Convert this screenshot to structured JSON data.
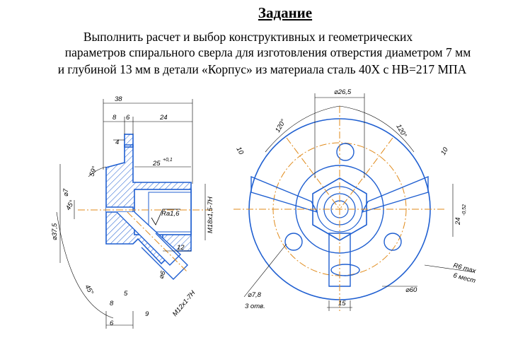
{
  "heading": "Задание",
  "task_lines": [
    "Выполнить расчет и выбор конструктивных и геометрических",
    "параметров спирального сверла для изготовления отверстия диаметром  7 мм",
    "и глубиной 13 мм в детали «Корпус» из материала сталь 40Х с НВ=217 МПА"
  ],
  "section_dims": {
    "overall_length": "38",
    "d8": "8",
    "d6": "6",
    "d24": "24",
    "d4": "4",
    "bore_depth": "25",
    "bore_tol": "+0,1",
    "dia7": "⌀7",
    "angle45": "45°",
    "angle59": "59°",
    "dia37_5": "⌀37,5",
    "roughness": "Ra1,6",
    "thread_main": "M18x1,5-7H",
    "d12": "12",
    "dia6": "⌀6",
    "d5": "5",
    "d8b": "8",
    "d9": "9",
    "d6b": "6",
    "thread_side": "M12x1-7H",
    "angle45b": "45°"
  },
  "view_dims": {
    "dia26_5": "⌀26,5",
    "ang1": "120°",
    "ang2": "120°",
    "d10a": "10",
    "d10b": "10",
    "d24": "24",
    "d24_tol": "-0,52",
    "r6": "R6 max",
    "r6_count": "6 мест",
    "dia60": "⌀60",
    "dia7_8": "⌀7,8",
    "holes": "3 отв.",
    "d15": "15"
  },
  "colors": {
    "line": "#1f5fd1",
    "axis": "#e08a1a",
    "hatch": "#1f5fd1",
    "dim": "#000000"
  }
}
